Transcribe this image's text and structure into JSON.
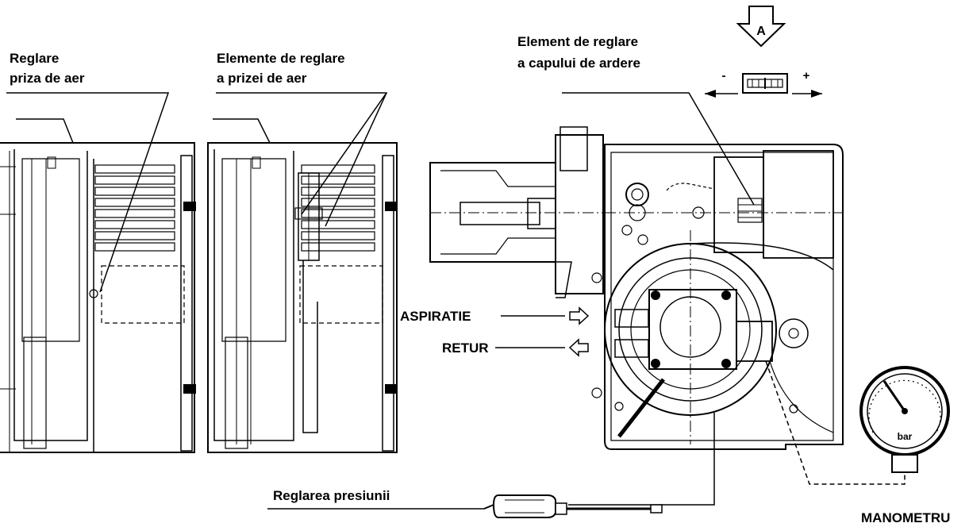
{
  "labels": {
    "reglare_priza_line1": "Reglare",
    "reglare_priza_line2": "priza de aer",
    "elemente_line1": "Elemente de reglare",
    "elemente_line2": "a prizei de aer",
    "element_cap_line1": "Element de reglare",
    "element_cap_line2": "a capului de ardere",
    "aspiratie": "ASPIRATIE",
    "retur": "RETUR",
    "reglarea_presiunii": "Reglarea presiunii",
    "manometru": "MANOMETRU"
  },
  "view_arrow": {
    "letter": "A"
  },
  "scale": {
    "minus": "-",
    "plus": "+"
  },
  "gauge": {
    "unit": "bar"
  }
}
